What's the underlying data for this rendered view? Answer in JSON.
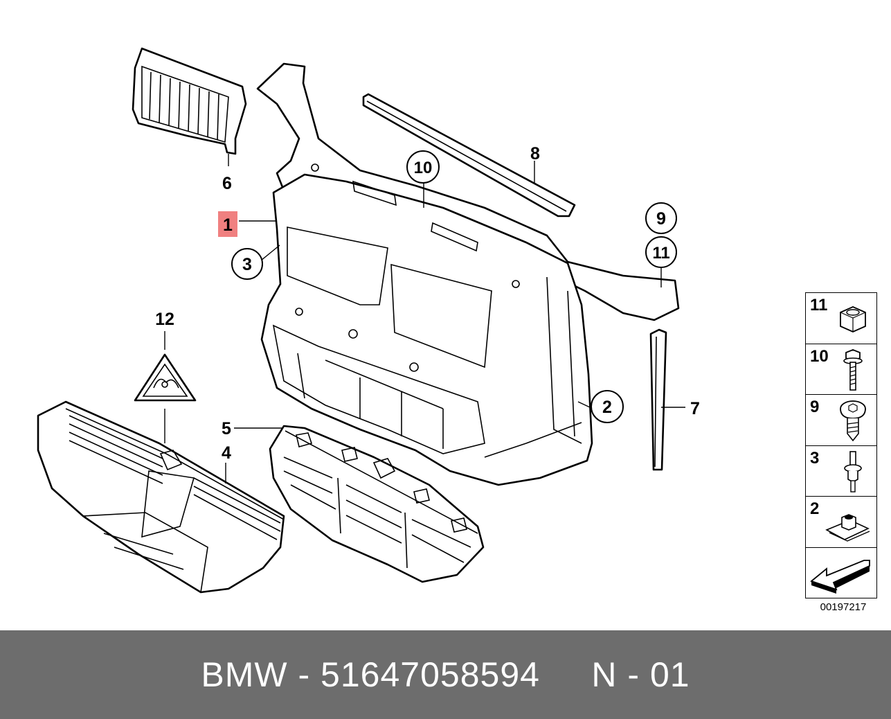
{
  "diagram": {
    "callouts": {
      "c1": "1",
      "c2": "2",
      "c3": "3",
      "c4": "4",
      "c5": "5",
      "c6": "6",
      "c7": "7",
      "c8": "8",
      "c9": "9",
      "c10": "10",
      "c11": "11",
      "c12": "12"
    },
    "highlight_color": "#f08080"
  },
  "legend": {
    "items": [
      {
        "number": "11",
        "icon": "hex-nut-icon"
      },
      {
        "number": "10",
        "icon": "hex-bolt-icon"
      },
      {
        "number": "9",
        "icon": "expanding-rivet-icon"
      },
      {
        "number": "3",
        "icon": "push-rivet-icon"
      },
      {
        "number": "2",
        "icon": "clip-nut-icon"
      },
      {
        "number": "",
        "icon": "arrow-icon"
      }
    ]
  },
  "document_number": "00197217",
  "footer": {
    "brand": "BMW",
    "part_number": "51647058594",
    "variant": "N - 01",
    "separator": " - "
  }
}
